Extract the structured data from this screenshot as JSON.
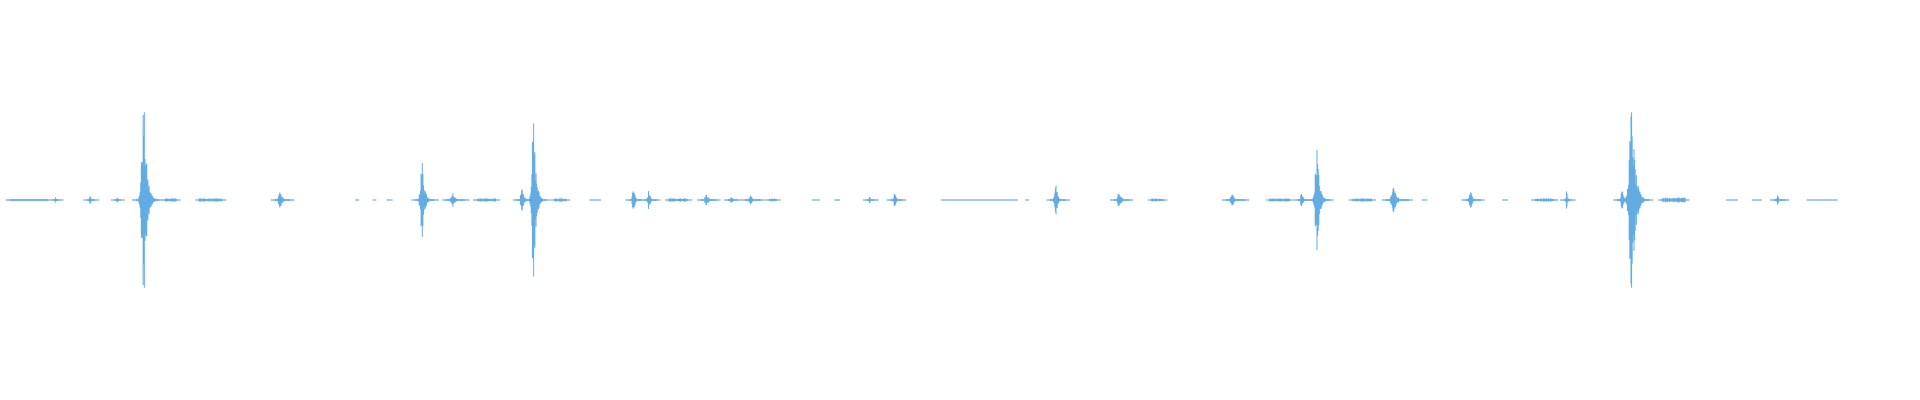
{
  "waveform": {
    "color": "#63ace3",
    "background": "#ffffff",
    "duration_fraction_start": 0.012,
    "duration_fraction_end": 0.958,
    "bursts": [
      {
        "pos": 0.012,
        "amp": 0.01,
        "width": 0.02,
        "type": "noise"
      },
      {
        "pos": 0.029,
        "amp": 0.03,
        "width": 0.003,
        "type": "spike"
      },
      {
        "pos": 0.047,
        "amp": 0.07,
        "width": 0.004,
        "type": "spike"
      },
      {
        "pos": 0.061,
        "amp": 0.04,
        "width": 0.003,
        "type": "spike"
      },
      {
        "pos": 0.075,
        "amp": 1.0,
        "width": 0.012,
        "type": "spike"
      },
      {
        "pos": 0.088,
        "amp": 0.02,
        "width": 0.006,
        "type": "noise"
      },
      {
        "pos": 0.108,
        "amp": 0.02,
        "width": 0.012,
        "type": "noise"
      },
      {
        "pos": 0.146,
        "amp": 0.1,
        "width": 0.008,
        "type": "spike"
      },
      {
        "pos": 0.186,
        "amp": 0.01,
        "width": 0.002,
        "type": "dot"
      },
      {
        "pos": 0.195,
        "amp": 0.01,
        "width": 0.002,
        "type": "dot"
      },
      {
        "pos": 0.203,
        "amp": 0.01,
        "width": 0.003,
        "type": "dot"
      },
      {
        "pos": 0.22,
        "amp": 0.4,
        "width": 0.01,
        "type": "spike"
      },
      {
        "pos": 0.236,
        "amp": 0.08,
        "width": 0.01,
        "type": "spike"
      },
      {
        "pos": 0.252,
        "amp": 0.02,
        "width": 0.01,
        "type": "noise"
      },
      {
        "pos": 0.272,
        "amp": 0.12,
        "width": 0.008,
        "type": "spike"
      },
      {
        "pos": 0.278,
        "amp": 0.82,
        "width": 0.01,
        "type": "spike"
      },
      {
        "pos": 0.291,
        "amp": 0.02,
        "width": 0.006,
        "type": "noise"
      },
      {
        "pos": 0.31,
        "amp": 0.01,
        "width": 0.006,
        "type": "dot"
      },
      {
        "pos": 0.33,
        "amp": 0.15,
        "width": 0.006,
        "type": "spike"
      },
      {
        "pos": 0.338,
        "amp": 0.1,
        "width": 0.006,
        "type": "spike"
      },
      {
        "pos": 0.352,
        "amp": 0.02,
        "width": 0.01,
        "type": "noise"
      },
      {
        "pos": 0.368,
        "amp": 0.07,
        "width": 0.008,
        "type": "spike"
      },
      {
        "pos": 0.381,
        "amp": 0.05,
        "width": 0.005,
        "type": "spike"
      },
      {
        "pos": 0.391,
        "amp": 0.06,
        "width": 0.008,
        "type": "spike"
      },
      {
        "pos": 0.402,
        "amp": 0.02,
        "width": 0.004,
        "type": "noise"
      },
      {
        "pos": 0.425,
        "amp": 0.01,
        "width": 0.004,
        "type": "dot"
      },
      {
        "pos": 0.436,
        "amp": 0.01,
        "width": 0.003,
        "type": "dot"
      },
      {
        "pos": 0.453,
        "amp": 0.04,
        "width": 0.004,
        "type": "spike"
      },
      {
        "pos": 0.466,
        "amp": 0.09,
        "width": 0.006,
        "type": "spike"
      },
      {
        "pos": 0.49,
        "amp": 0.01,
        "width": 0.04,
        "type": "line"
      },
      {
        "pos": 0.535,
        "amp": 0.01,
        "width": 0.002,
        "type": "dot"
      },
      {
        "pos": 0.55,
        "amp": 0.16,
        "width": 0.008,
        "type": "spike"
      },
      {
        "pos": 0.583,
        "amp": 0.1,
        "width": 0.008,
        "type": "spike"
      },
      {
        "pos": 0.602,
        "amp": 0.02,
        "width": 0.006,
        "type": "noise"
      },
      {
        "pos": 0.642,
        "amp": 0.06,
        "width": 0.01,
        "type": "spike"
      },
      {
        "pos": 0.665,
        "amp": 0.02,
        "width": 0.01,
        "type": "noise"
      },
      {
        "pos": 0.678,
        "amp": 0.09,
        "width": 0.006,
        "type": "spike"
      },
      {
        "pos": 0.686,
        "amp": 0.55,
        "width": 0.01,
        "type": "spike"
      },
      {
        "pos": 0.708,
        "amp": 0.02,
        "width": 0.01,
        "type": "noise"
      },
      {
        "pos": 0.726,
        "amp": 0.13,
        "width": 0.012,
        "type": "spike"
      },
      {
        "pos": 0.742,
        "amp": 0.01,
        "width": 0.003,
        "type": "dot"
      },
      {
        "pos": 0.766,
        "amp": 0.1,
        "width": 0.008,
        "type": "spike"
      },
      {
        "pos": 0.784,
        "amp": 0.01,
        "width": 0.003,
        "type": "dot"
      },
      {
        "pos": 0.803,
        "amp": 0.02,
        "width": 0.01,
        "type": "noise"
      },
      {
        "pos": 0.816,
        "amp": 0.1,
        "width": 0.004,
        "type": "spike"
      },
      {
        "pos": 0.845,
        "amp": 0.1,
        "width": 0.008,
        "type": "spike"
      },
      {
        "pos": 0.85,
        "amp": 0.98,
        "width": 0.014,
        "type": "spike"
      },
      {
        "pos": 0.87,
        "amp": 0.03,
        "width": 0.012,
        "type": "noise"
      },
      {
        "pos": 0.902,
        "amp": 0.01,
        "width": 0.006,
        "type": "dot"
      },
      {
        "pos": 0.915,
        "amp": 0.01,
        "width": 0.005,
        "type": "dot"
      },
      {
        "pos": 0.926,
        "amp": 0.05,
        "width": 0.006,
        "type": "spike"
      },
      {
        "pos": 0.941,
        "amp": 0.01,
        "width": 0.016,
        "type": "line"
      }
    ]
  }
}
